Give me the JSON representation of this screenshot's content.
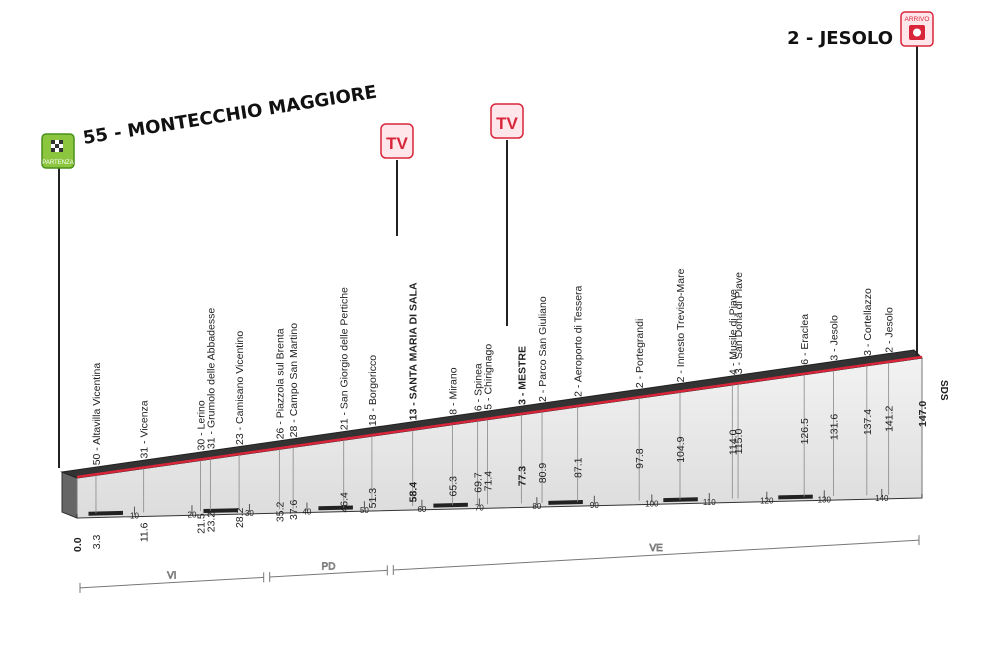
{
  "chart_data": {
    "type": "area",
    "start": {
      "altitude": "55",
      "name": "MONTECCHIO MAGGIORE",
      "badge": "PARTENZA"
    },
    "finish": {
      "altitude": "2",
      "name": "JESOLO",
      "badge": "ARRIVO"
    },
    "tv_badges": [
      "TV",
      "TV"
    ],
    "sds_label": "SDS",
    "distance_ticks": [
      "10",
      "20",
      "30",
      "40",
      "50",
      "60",
      "70",
      "80",
      "90",
      "100",
      "110",
      "120",
      "130",
      "140"
    ],
    "waypoints": [
      {
        "km": 0.0,
        "km_label": "0.0",
        "alt": 55,
        "label": "",
        "bold": true
      },
      {
        "km": 3.3,
        "km_label": "3.3",
        "alt": 50,
        "label": "50 - Altavilla Vicentina",
        "bold": false
      },
      {
        "km": 11.6,
        "km_label": "11.6",
        "alt": 31,
        "label": "31 - Vicenza",
        "bold": false
      },
      {
        "km": 21.5,
        "km_label": "21.5",
        "alt": 30,
        "label": "30 - Lerino",
        "bold": false
      },
      {
        "km": 23.2,
        "km_label": "23.2",
        "alt": 31,
        "label": "31 - Grumolo delle Abbadesse",
        "bold": false
      },
      {
        "km": 28.2,
        "km_label": "28.2",
        "alt": 23,
        "label": "23 - Camisano Vicentino",
        "bold": false
      },
      {
        "km": 35.2,
        "km_label": "35.2",
        "alt": 26,
        "label": "26 - Piazzola sul Brenta",
        "bold": false
      },
      {
        "km": 37.6,
        "km_label": "37.6",
        "alt": 28,
        "label": "28 - Campo San Martino",
        "bold": false
      },
      {
        "km": 46.4,
        "km_label": "46.4",
        "alt": 21,
        "label": "21 - San Giorgio delle Pertiche",
        "bold": false
      },
      {
        "km": 51.3,
        "km_label": "51.3",
        "alt": 18,
        "label": "18 - Borgoricco",
        "bold": false
      },
      {
        "km": 58.4,
        "km_label": "58.4",
        "alt": 13,
        "label": "13 - SANTA MARIA DI SALA",
        "bold": true
      },
      {
        "km": 65.3,
        "km_label": "65.3",
        "alt": 8,
        "label": "8 - Mirano",
        "bold": false
      },
      {
        "km": 69.7,
        "km_label": "69.7",
        "alt": 6,
        "label": "6 - Spinea",
        "bold": false
      },
      {
        "km": 71.4,
        "km_label": "71.4",
        "alt": 5,
        "label": "5 - Chirignago",
        "bold": false
      },
      {
        "km": 77.3,
        "km_label": "77.3",
        "alt": 3,
        "label": "3 - MESTRE",
        "bold": true
      },
      {
        "km": 80.9,
        "km_label": "80.9",
        "alt": 2,
        "label": "2 - Parco San Giuliano",
        "bold": false
      },
      {
        "km": 87.1,
        "km_label": "87.1",
        "alt": 2,
        "label": "2 - Aeroporto di Tessera",
        "bold": false
      },
      {
        "km": 97.8,
        "km_label": "97.8",
        "alt": 2,
        "label": "2 - Portegrandi",
        "bold": false
      },
      {
        "km": 104.9,
        "km_label": "104.9",
        "alt": 2,
        "label": "2 - Innesto Treviso-Mare",
        "bold": false
      },
      {
        "km": 114.0,
        "km_label": "114.0",
        "alt": 4,
        "label": "4 - Musile di Piave",
        "bold": false
      },
      {
        "km": 115.0,
        "km_label": "115.0",
        "alt": 3,
        "label": "3 - San Donà di Piave",
        "bold": false
      },
      {
        "km": 126.5,
        "km_label": "126.5",
        "alt": 6,
        "label": "6 - Eraclea",
        "bold": false
      },
      {
        "km": 131.6,
        "km_label": "131.6",
        "alt": 3,
        "label": "3 - Jesolo",
        "bold": false
      },
      {
        "km": 137.4,
        "km_label": "137.4",
        "alt": 3,
        "label": "3 - Cortellazzo",
        "bold": false
      },
      {
        "km": 141.2,
        "km_label": "141.2",
        "alt": 2,
        "label": "2 - Jesolo",
        "bold": false
      },
      {
        "km": 147.0,
        "km_label": "147.0",
        "alt": 2,
        "label": "",
        "bold": true
      }
    ],
    "provinces": [
      {
        "code": "VI",
        "from_km": 0.0,
        "to_km": 33.0
      },
      {
        "code": "PD",
        "from_km": 33.0,
        "to_km": 54.5
      },
      {
        "code": "VE",
        "from_km": 54.5,
        "to_km": 147.0
      }
    ]
  }
}
